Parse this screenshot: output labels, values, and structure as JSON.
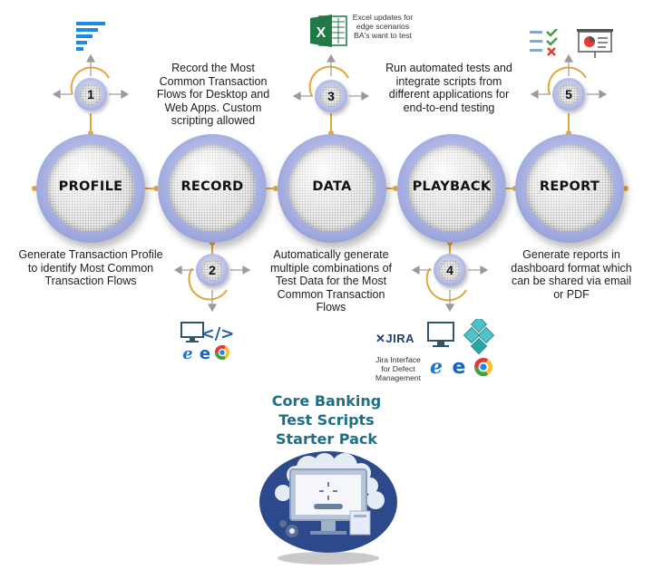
{
  "stages": [
    {
      "label": "PROFILE",
      "step": "1"
    },
    {
      "label": "RECORD",
      "step": "2"
    },
    {
      "label": "DATA",
      "step": "3"
    },
    {
      "label": "PLAYBACK",
      "step": "4"
    },
    {
      "label": "REPORT",
      "step": "5"
    }
  ],
  "descriptions": {
    "profile": "Generate Transaction Profile to identify Most Common Transaction Flows",
    "record": "Record the Most Common Transaction Flows for Desktop and Web Apps. Custom scripting allowed",
    "data": "Automatically generate multiple combinations of Test Data for the Most Common Transaction Flows",
    "playback": "Run automated tests and integrate scripts from different applications for end-to-end testing",
    "report": "Generate reports in dashboard format which can be shared via email or PDF"
  },
  "notes": {
    "excel": "Excel updates for edge scenarios BA's want to test",
    "jira_logo": "JIRA",
    "jira": "Jira Interface for Defect Management"
  },
  "pack_title": "Core Banking Test Scripts Starter Pack",
  "colors": {
    "connector": "#e4a53a",
    "stage_ring": "#aab3e2",
    "title": "#1e6f86",
    "icon_blue": "#1e88e5",
    "excel_green": "#1f7a45"
  }
}
